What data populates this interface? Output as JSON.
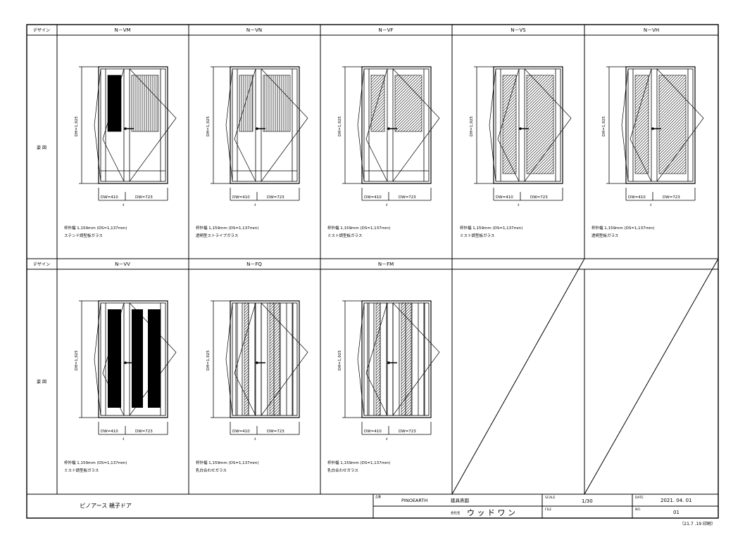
{
  "labels": {
    "design": "デザイン",
    "elevation": "姿 図",
    "dh": "DH=1,925",
    "dw_left": "DW=410",
    "dw_right": "DW=723",
    "dim_dot": "4",
    "footnote": "（21.7 .19 印刷）"
  },
  "row1": [
    {
      "code": "N－VM",
      "width_note": "枠外幅 1,159mm (DS=1,137mm)",
      "glass": "ステンド調型板ガラス"
    },
    {
      "code": "N－VN",
      "width_note": "枠外幅 1,159mm (DS=1,137mm)",
      "glass": "透明型ストライプガラス"
    },
    {
      "code": "N－VF",
      "width_note": "枠外幅 1,159mm (DS=1,137mm)",
      "glass": "ミスト調型板ガラス"
    },
    {
      "code": "N－VS",
      "width_note": "枠外幅 1,159mm (DS=1,137mm)",
      "glass": "ミスト調型板ガラス"
    },
    {
      "code": "N－VH",
      "width_note": "枠外幅 1,159mm (DS=1,137mm)",
      "glass": "透明型板ガラス"
    }
  ],
  "row2": [
    {
      "code": "N－VV",
      "width_note": "枠外幅 1,159mm (DS=1,137mm)",
      "glass": "ミスト調型板ガラス"
    },
    {
      "code": "N－FQ",
      "width_note": "枠外幅 1,159mm (DS=1,137mm)",
      "glass": "乳白合わせガラス"
    },
    {
      "code": "N－FM",
      "width_note": "枠外幅 1,159mm (DS=1,137mm)",
      "glass": "乳白合わせガラス"
    }
  ],
  "title_block": {
    "product": "ピノアース 親子ドア",
    "field_label": "品番",
    "brand": "PINOEARTH",
    "drawing": "建具表図",
    "maker_label": "会社名",
    "maker": "ウ ッ ド ワ ン",
    "scale_label": "SCALE",
    "scale": "1/30",
    "file_label": "FILE",
    "date_label": "DATE",
    "date": "2021. 04. 01",
    "no_label": "NO.",
    "no": "01"
  }
}
